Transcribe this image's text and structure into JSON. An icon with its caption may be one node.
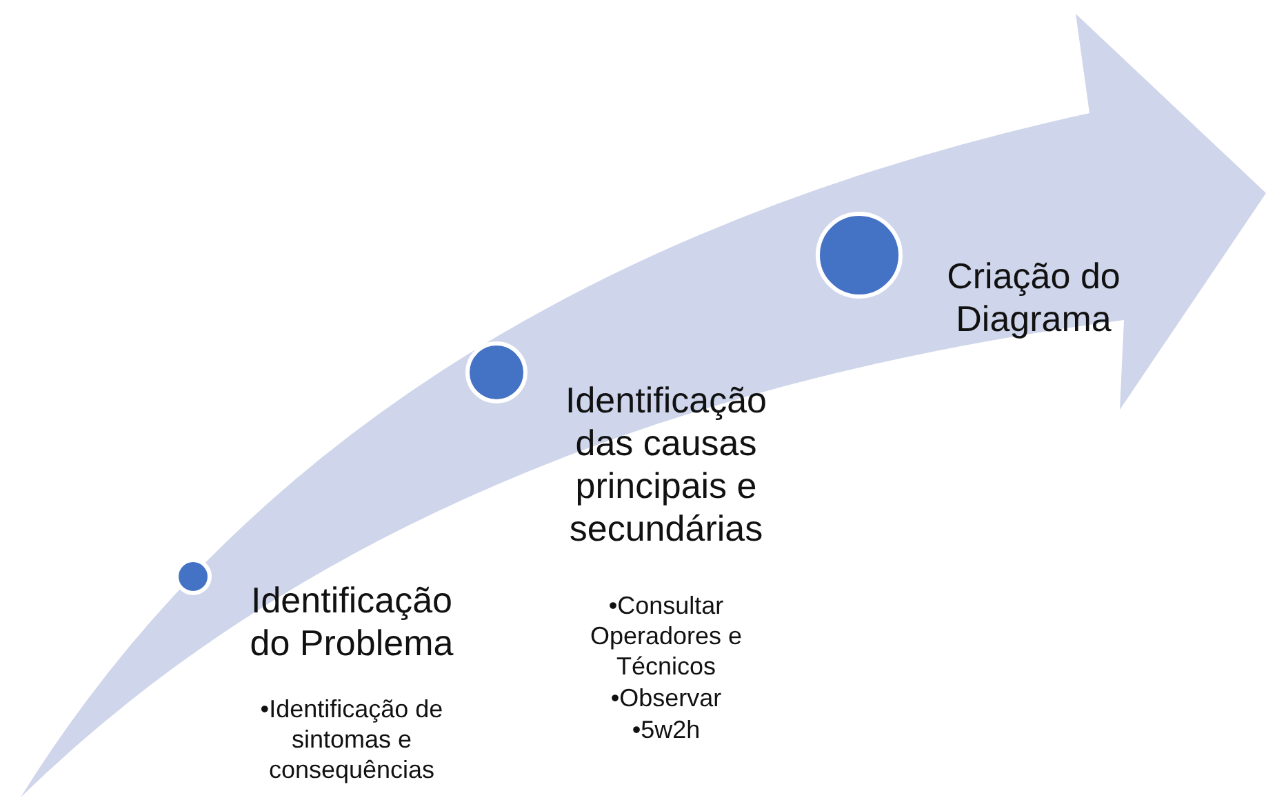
{
  "diagram": {
    "nodes": [
      {
        "text": [],
        "shape": "circle",
        "beside": [
          "Identificação do Problema",
          "•Identificação de sintomas e consequências"
        ]
      },
      {
        "text": [],
        "shape": "circle",
        "beside": [
          "Identificação das causas principais e secundárias",
          "•Consultar Operadores e Técnicos",
          "•Observar",
          "•5w2h"
        ]
      },
      {
        "text": [],
        "shape": "circle",
        "beside": [
          "Criação do Diagrama"
        ]
      }
    ]
  }
}
